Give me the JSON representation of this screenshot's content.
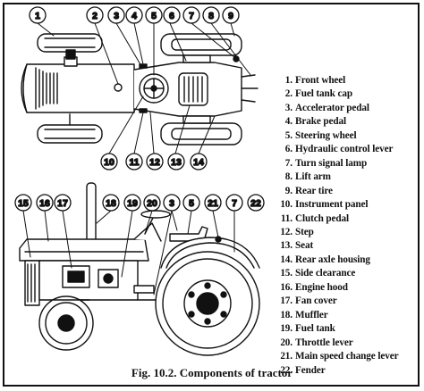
{
  "caption": {
    "fig": "Fig. 10.2.",
    "title": "Components of tractor"
  },
  "callouts_top": [
    "1",
    "2",
    "3",
    "4",
    "5",
    "6",
    "7",
    "8",
    "9"
  ],
  "callouts_top_lower": [
    "10",
    "11",
    "12",
    "13",
    "14"
  ],
  "callouts_side": [
    "15",
    "16",
    "17",
    "18",
    "19",
    "20",
    "3",
    "5",
    "21",
    "7",
    "22"
  ],
  "legend": [
    {
      "num": "1.",
      "label": "Front wheel"
    },
    {
      "num": "2.",
      "label": "Fuel tank cap"
    },
    {
      "num": "3.",
      "label": "Accelerator pedal"
    },
    {
      "num": "4.",
      "label": "Brake pedal"
    },
    {
      "num": "5.",
      "label": "Steering wheel"
    },
    {
      "num": "6.",
      "label": "Hydraulic control lever"
    },
    {
      "num": "7.",
      "label": "Turn signal lamp"
    },
    {
      "num": "8.",
      "label": "Lift arm"
    },
    {
      "num": "9.",
      "label": "Rear tire"
    },
    {
      "num": "10.",
      "label": "Instrument panel"
    },
    {
      "num": "11.",
      "label": "Clutch pedal"
    },
    {
      "num": "12.",
      "label": "Step"
    },
    {
      "num": "13.",
      "label": "Seat"
    },
    {
      "num": "14.",
      "label": "Rear axle housing"
    },
    {
      "num": "15.",
      "label": "Side clearance"
    },
    {
      "num": "16.",
      "label": "Engine hood"
    },
    {
      "num": "17.",
      "label": "Fan cover"
    },
    {
      "num": "18.",
      "label": "Muffler"
    },
    {
      "num": "19.",
      "label": "Fuel tank"
    },
    {
      "num": "20.",
      "label": "Throttle lever"
    },
    {
      "num": "21.",
      "label": "Main speed change lever"
    },
    {
      "num": "22.",
      "label": "Fender"
    }
  ]
}
